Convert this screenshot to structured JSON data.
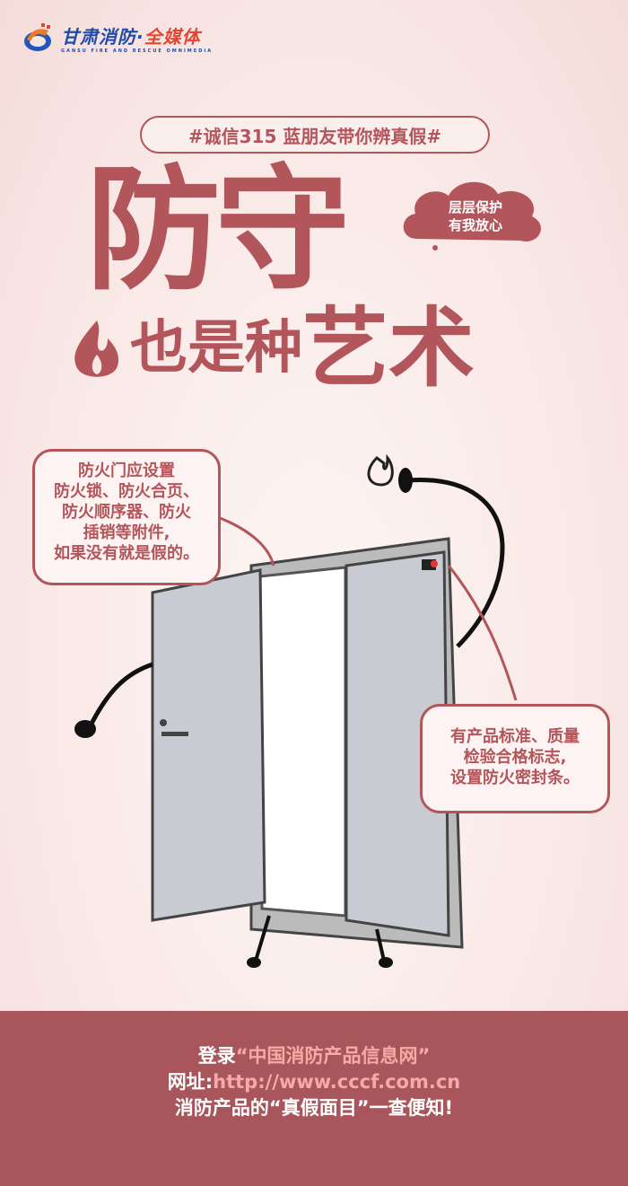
{
  "logo": {
    "cn_main": "甘肃消防",
    "cn_sep": "·",
    "cn_sub": "全媒体",
    "en": "GANSU FIRE AND RESCUE OMNIMEDIA"
  },
  "hashtag": "#诚信315 蓝朋友带你辨真假#",
  "title": {
    "line1": "防守",
    "line2_a": "也是种",
    "line2_b": "艺术"
  },
  "cloud": {
    "line1": "层层保护",
    "line2": "有我放心"
  },
  "callout_left": [
    "防火门应设置",
    "防火锁、防火合页、",
    "防火顺序器、防火",
    "插销等附件,",
    "如果没有就是假的。"
  ],
  "callout_right": [
    "有产品标准、质量",
    "检验合格标志,",
    "设置防火密封条。"
  ],
  "footer": {
    "l1_a": "登录",
    "l1_b": "“中国消防产品信息网”",
    "l2_a": "网址:",
    "l2_b": "http://www.cccf.com.cn",
    "l3": "消防产品的“真假面目”一查便知!"
  },
  "colors": {
    "accent": "#b3565b",
    "footer": "#a8565b",
    "highlight": "#f6aaa6"
  }
}
